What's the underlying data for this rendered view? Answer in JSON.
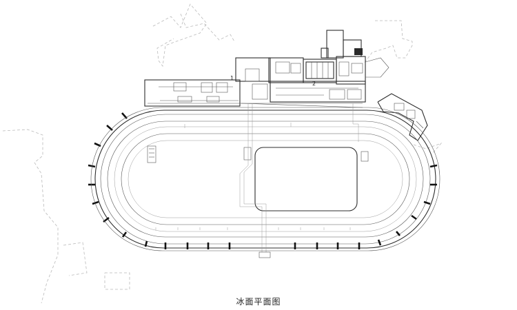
{
  "caption": "冰面平面图",
  "markers": {
    "one": "1",
    "two": "2"
  },
  "colors": {
    "background": "#ffffff",
    "line": "#2c2c2c",
    "context": "#b9b9b9"
  }
}
